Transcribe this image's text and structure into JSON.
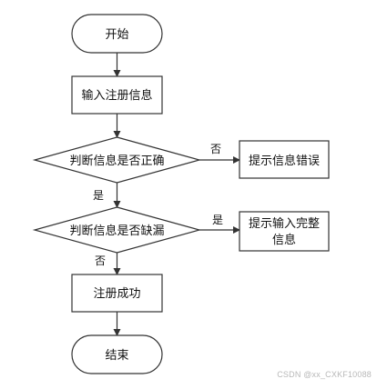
{
  "flowchart": {
    "start": "开始",
    "input_info": "输入注册信息",
    "check_correct": "判断信息是否正确",
    "error_prompt": "提示信息错误",
    "check_missing": "判断信息是否缺漏",
    "complete_prompt_line1": "提示输入完整",
    "complete_prompt_line2": "信息",
    "register_success": "注册成功",
    "end": "结束",
    "edge_no_correct": "否",
    "edge_yes_correct": "是",
    "edge_yes_missing": "是",
    "edge_no_missing": "否"
  },
  "watermark": "CSDN @xx_CXKF10088",
  "colors": {
    "stroke": "#333333",
    "fill": "#ffffff",
    "text": "#111111"
  }
}
